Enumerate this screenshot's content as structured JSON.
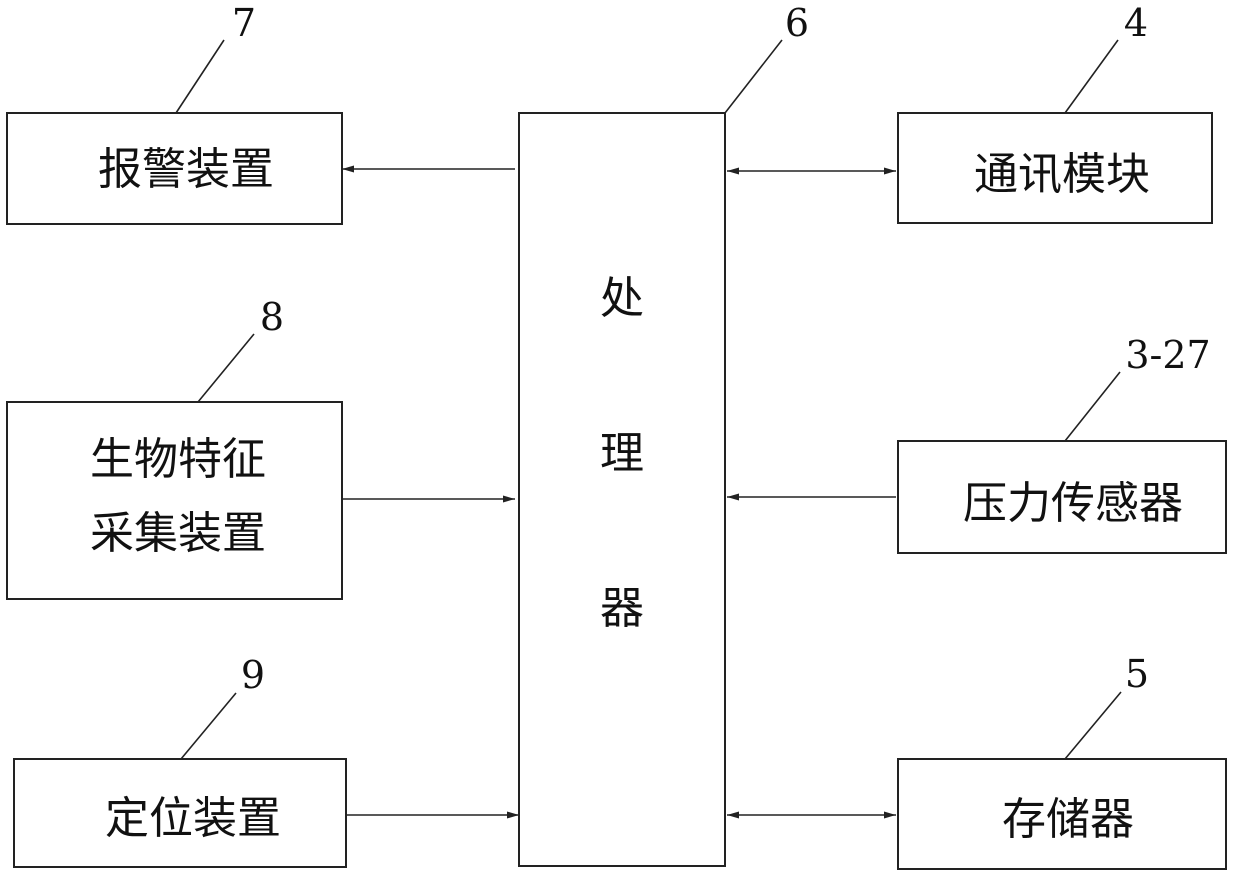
{
  "processor": {
    "label": [
      "处",
      "理",
      "器"
    ],
    "ref": "6"
  },
  "alarm": {
    "label": [
      "报警装置"
    ],
    "ref": "7"
  },
  "biometric": {
    "label": [
      "生物特征",
      "采集装置"
    ],
    "ref": "8"
  },
  "positioning": {
    "label": [
      "定位装置"
    ],
    "ref": "9"
  },
  "comm": {
    "label": [
      "通讯模块"
    ],
    "ref": "4"
  },
  "pressure": {
    "label": [
      "压力传感器"
    ],
    "ref": "3-27"
  },
  "storage": {
    "label": [
      "存储器"
    ],
    "ref": "5"
  },
  "connections": [
    {
      "from": "processor",
      "to": "alarm",
      "direction": "to-target"
    },
    {
      "from": "biometric",
      "to": "processor",
      "direction": "to-target"
    },
    {
      "from": "positioning",
      "to": "processor",
      "direction": "to-target"
    },
    {
      "from": "processor",
      "to": "comm",
      "direction": "bidirectional"
    },
    {
      "from": "pressure",
      "to": "processor",
      "direction": "to-target"
    },
    {
      "from": "processor",
      "to": "storage",
      "direction": "bidirectional"
    }
  ]
}
